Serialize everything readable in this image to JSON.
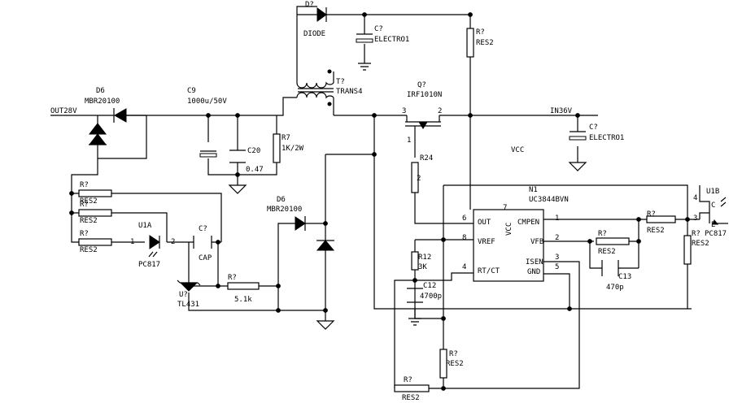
{
  "labels": [
    {
      "id": "out28v",
      "text": "OUT28V",
      "name": "net-label-out28v"
    },
    {
      "id": "d6a",
      "text": "D6",
      "name": "label-d6-top"
    },
    {
      "id": "mbr_a",
      "text": "MBR20100",
      "name": "label-d6-top-part"
    },
    {
      "id": "c9",
      "text": "C9",
      "name": "label-c9"
    },
    {
      "id": "c9v",
      "text": "1000u/50V",
      "name": "label-c9-value"
    },
    {
      "id": "r7",
      "text": "R7",
      "name": "label-r7"
    },
    {
      "id": "r7v",
      "text": "1K/2W",
      "name": "label-r7-value"
    },
    {
      "id": "c20",
      "text": "C20",
      "name": "label-c20"
    },
    {
      "id": "c20v",
      "text": "0.47",
      "name": "label-c20-value"
    },
    {
      "id": "r1",
      "text": "R?",
      "name": "label-r-1"
    },
    {
      "id": "r1v",
      "text": "RES2",
      "name": "label-r-1-value"
    },
    {
      "id": "r2",
      "text": "R?",
      "name": "label-r-2"
    },
    {
      "id": "r2v",
      "text": "RES2",
      "name": "label-r-2-value"
    },
    {
      "id": "r3",
      "text": "R?",
      "name": "label-r-3"
    },
    {
      "id": "r3v",
      "text": "RES2",
      "name": "label-r-3-value"
    },
    {
      "id": "u1a",
      "text": "U1A",
      "name": "label-u1a"
    },
    {
      "id": "pin1",
      "text": "1",
      "name": "label-u1a-pin1"
    },
    {
      "id": "pin2",
      "text": "2",
      "name": "label-u1a-pin2"
    },
    {
      "id": "pc817a",
      "text": "PC817",
      "name": "label-u1a-part"
    },
    {
      "id": "cq",
      "text": "C?",
      "name": "label-cap-fb"
    },
    {
      "id": "capv",
      "text": "CAP",
      "name": "label-cap-fb-value"
    },
    {
      "id": "uq",
      "text": "U?",
      "name": "label-tl431-ref"
    },
    {
      "id": "tl431",
      "text": "TL431",
      "name": "label-tl431"
    },
    {
      "id": "r51",
      "text": "R?",
      "name": "label-r-51k"
    },
    {
      "id": "r51v",
      "text": "5.1k",
      "name": "label-r-51k-value"
    },
    {
      "id": "d6b",
      "text": "D6",
      "name": "label-d6-right"
    },
    {
      "id": "mbr_b",
      "text": "MBR20100",
      "name": "label-d6-right-part"
    },
    {
      "id": "dq",
      "text": "D?",
      "name": "label-diode-top"
    },
    {
      "id": "diode",
      "text": "DIODE",
      "name": "label-diode-top-part"
    },
    {
      "id": "cq2",
      "text": "C?",
      "name": "label-electro-top"
    },
    {
      "id": "electro1",
      "text": "ELECTRO1",
      "name": "label-electro-top-part"
    },
    {
      "id": "tq",
      "text": "T?",
      "name": "label-transformer"
    },
    {
      "id": "trans4",
      "text": "TRANS4",
      "name": "label-transformer-part"
    },
    {
      "id": "rtop",
      "text": "R?",
      "name": "label-r-top"
    },
    {
      "id": "rtopv",
      "text": "RES2",
      "name": "label-r-top-value"
    },
    {
      "id": "qq",
      "text": "Q?",
      "name": "label-mosfet"
    },
    {
      "id": "irf",
      "text": "IRF1010N",
      "name": "label-mosfet-part"
    },
    {
      "id": "p3",
      "text": "3",
      "name": "label-mosfet-pin3"
    },
    {
      "id": "p2",
      "text": "2",
      "name": "label-mosfet-pin2"
    },
    {
      "id": "p1",
      "text": "1",
      "name": "label-mosfet-pin1"
    },
    {
      "id": "in36v",
      "text": "IN36V",
      "name": "net-label-in36v"
    },
    {
      "id": "cq3",
      "text": "C?",
      "name": "label-electro-in"
    },
    {
      "id": "electro2",
      "text": "ELECTRO1",
      "name": "label-electro-in-part"
    },
    {
      "id": "vcc",
      "text": "VCC",
      "name": "net-label-vcc"
    },
    {
      "id": "r24",
      "text": "R24",
      "name": "label-r24"
    },
    {
      "id": "r24p",
      "text": "2",
      "name": "label-r24-pin"
    },
    {
      "id": "n1",
      "text": "N1",
      "name": "label-n1"
    },
    {
      "id": "uc",
      "text": "UC3844BVN",
      "name": "label-uc3844"
    },
    {
      "id": "p7",
      "text": "7",
      "name": "label-ic-pin7"
    },
    {
      "id": "vccpin",
      "text": "VCC",
      "name": "label-ic-vcc"
    },
    {
      "id": "out",
      "text": "OUT",
      "name": "label-ic-out"
    },
    {
      "id": "p6",
      "text": "6",
      "name": "label-ic-pin6"
    },
    {
      "id": "vref",
      "text": "VREF",
      "name": "label-ic-vref"
    },
    {
      "id": "p8",
      "text": "8",
      "name": "label-ic-pin8"
    },
    {
      "id": "rtct",
      "text": "RT/CT",
      "name": "label-ic-rtct"
    },
    {
      "id": "p4",
      "text": "4",
      "name": "label-ic-pin4"
    },
    {
      "id": "cmpen",
      "text": "CMPEN",
      "name": "label-ic-cmpen"
    },
    {
      "id": "p1b",
      "text": "1",
      "name": "label-ic-pin1"
    },
    {
      "id": "vfb",
      "text": "VFB",
      "name": "label-ic-vfb"
    },
    {
      "id": "p2b",
      "text": "2",
      "name": "label-ic-pin2"
    },
    {
      "id": "isen",
      "text": "ISEN",
      "name": "label-ic-isen"
    },
    {
      "id": "p3b",
      "text": "3",
      "name": "label-ic-pin3"
    },
    {
      "id": "gnd",
      "text": "GND",
      "name": "label-ic-gnd"
    },
    {
      "id": "p5",
      "text": "5",
      "name": "label-ic-pin5"
    },
    {
      "id": "r12",
      "text": "R12",
      "name": "label-r12"
    },
    {
      "id": "r12v",
      "text": "3K",
      "name": "label-r12-value"
    },
    {
      "id": "c12",
      "text": "C12",
      "name": "label-c12"
    },
    {
      "id": "c12v",
      "text": "4700p",
      "name": "label-c12-value"
    },
    {
      "id": "rbot1",
      "text": "R?",
      "name": "label-r-bottom-v"
    },
    {
      "id": "rbot1v",
      "text": "RES2",
      "name": "label-r-bottom-v-value"
    },
    {
      "id": "rbot2",
      "text": "R?",
      "name": "label-r-bottom-h"
    },
    {
      "id": "rbot2v",
      "text": "RES2",
      "name": "label-r-bottom-h-value"
    },
    {
      "id": "rvfb",
      "text": "R?",
      "name": "label-r-vfb"
    },
    {
      "id": "rvfbv",
      "text": "RES2",
      "name": "label-r-vfb-value"
    },
    {
      "id": "c13",
      "text": "C13",
      "name": "label-c13"
    },
    {
      "id": "c13v",
      "text": "470p",
      "name": "label-c13-value"
    },
    {
      "id": "rcmp",
      "text": "R?",
      "name": "label-r-cmpen"
    },
    {
      "id": "rcmpv",
      "text": "RES2",
      "name": "label-r-cmpen-value"
    },
    {
      "id": "rright",
      "text": "R?",
      "name": "label-r-right"
    },
    {
      "id": "rrightv",
      "text": "RES2",
      "name": "label-r-right-value"
    },
    {
      "id": "u1b",
      "text": "U1B",
      "name": "label-u1b"
    },
    {
      "id": "u1bp4",
      "text": "4",
      "name": "label-u1b-pin4"
    },
    {
      "id": "u1bp3",
      "text": "3",
      "name": "label-u1b-pin3"
    },
    {
      "id": "pc817b",
      "text": "PC817",
      "name": "label-u1b-part"
    },
    {
      "id": "emit",
      "text": "E",
      "name": "label-u1b-emitter"
    },
    {
      "id": "coll",
      "text": "C",
      "name": "label-u1b-collector"
    }
  ]
}
